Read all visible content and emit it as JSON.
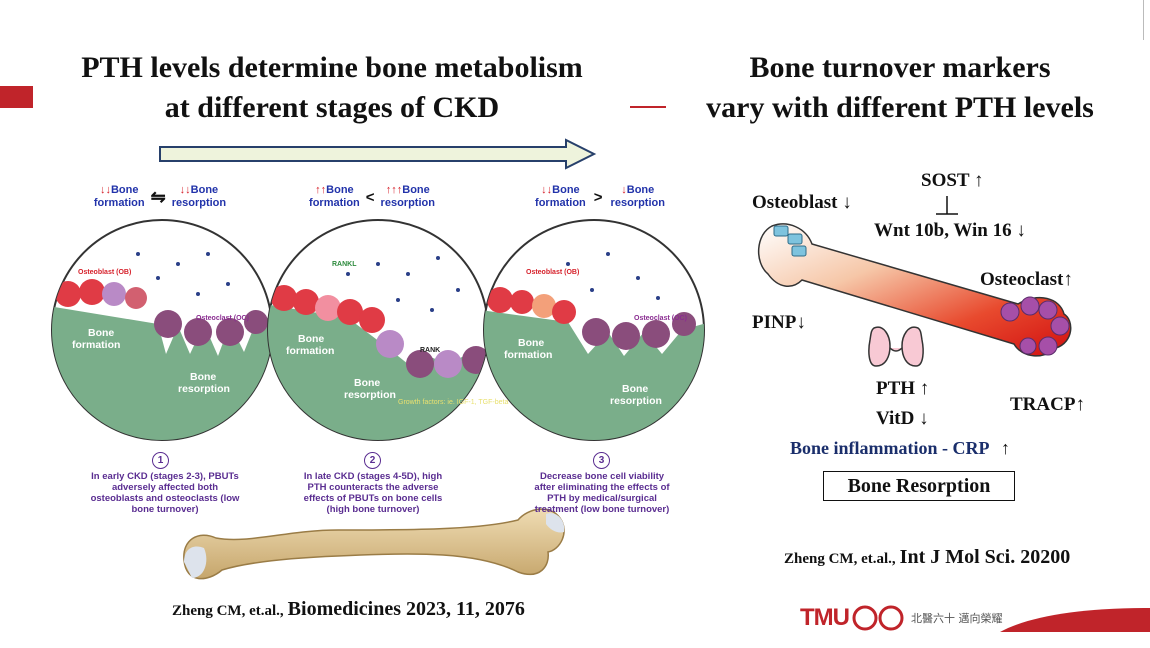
{
  "left_title": {
    "line1": "PTH levels determine bone metabolism",
    "line2": "at different stages of CKD"
  },
  "right_title": {
    "line1": "Bone turnover markers",
    "line2": "vary with different PTH levels"
  },
  "stages": [
    {
      "head_left_arrows": "↓↓",
      "head_left_word": "Bone",
      "head_left_sub": "formation",
      "relation": "⇋",
      "head_right_arrows": "↓↓",
      "head_right_word": "Bone",
      "head_right_sub": "resorption",
      "number": "1",
      "caption": "In early CKD (stages 2-3), PBUTs adversely affected both osteoblasts and osteoclasts (low bone turnover)",
      "ob": "Osteoblast (OB)",
      "oc": "Osteoclast (OC)",
      "formation": "Bone formation",
      "resorption": "Bone resorption"
    },
    {
      "head_left_arrows": "↑↑",
      "head_left_word": "Bone",
      "head_left_sub": "formation",
      "relation": "<",
      "head_right_arrows": "↑↑↑",
      "head_right_word": "Bone",
      "head_right_sub": "resorption",
      "number": "2",
      "caption": "In late CKD (stages 4-5D), high PTH counteracts the adverse effects of PBUTs on bone cells (high bone turnover)",
      "rankl": "RANKL",
      "rank": "RANK",
      "growth": "Growth factors: ie. IGF-1, TGF-beta",
      "formation": "Bone formation",
      "resorption": "Bone resorption"
    },
    {
      "head_left_arrows": "↓↓",
      "head_left_word": "Bone",
      "head_left_sub": "formation",
      "relation": ">",
      "head_right_arrows": "↓",
      "head_right_word": "Bone",
      "head_right_sub": "resorption",
      "number": "3",
      "caption": "Decrease bone cell viability after eliminating the effects of PTH by medical/surgical treatment (low bone turnover)",
      "ob": "Osteoblast (OB)",
      "oc": "Osteoclast (OC)",
      "formation": "Bone formation",
      "resorption": "Bone resorption"
    }
  ],
  "markers": {
    "sost": "SOST ↑",
    "osteoblast": "Osteoblast ↓",
    "wnt": "Wnt 10b, Win 16 ↓",
    "osteoclast": "Osteoclast↑",
    "pinp": "PINP↓",
    "pth": "PTH ↑",
    "vitd": "VitD ↓",
    "tracp": "TRACP↑",
    "inflammation_prefix": "Bone inflammation - ",
    "inflammation_crp": "CRP",
    "inflammation_arrow": "↑",
    "box": "Bone Resorption"
  },
  "citation_left": {
    "authors": "Zheng CM, et.al.,",
    "journal": "Biomedicines 2023, 11, 2076"
  },
  "citation_right": {
    "authors": "Zheng CM, et.al.,",
    "journal": "Int J Mol Sci. 20200"
  },
  "logo": {
    "text": "TMU",
    "tagline": "北醫六十 邁向榮耀"
  },
  "colors": {
    "accent": "#c0242a",
    "arrow_fill": "#eef3dc",
    "arrow_stroke": "#27406b",
    "bone_green": "#7aae8a",
    "text_blue": "#2233aa",
    "caption_purple": "#5a2d91"
  }
}
